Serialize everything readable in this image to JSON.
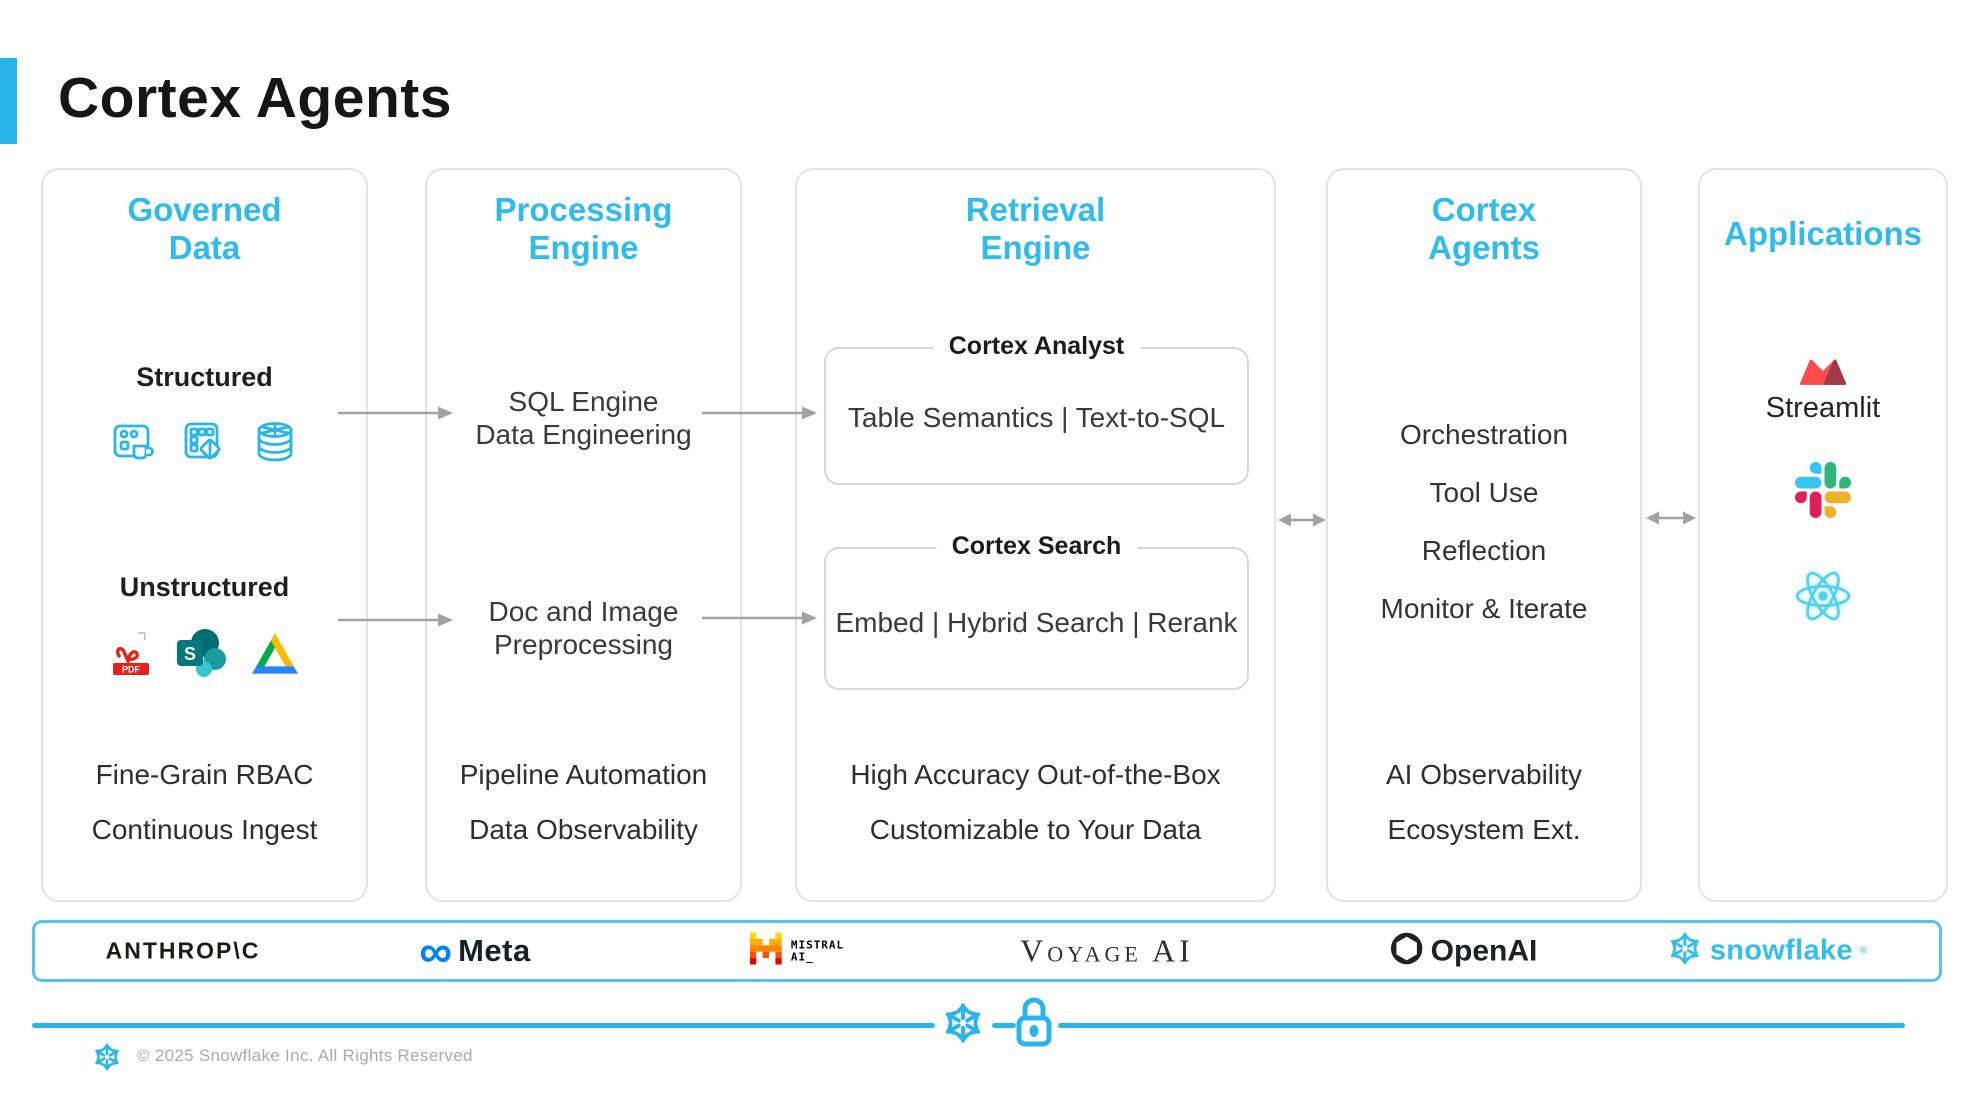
{
  "slide": {
    "title": "Cortex Agents",
    "copyright": "© 2025 Snowflake Inc. All Rights Reserved"
  },
  "colors": {
    "accent_cyan": "#29B5E8",
    "header_cyan": "#2FBCEA",
    "panel_border": "#E3E3E3",
    "arrow_gray": "#A2A2A2",
    "text_dark": "#1F1F1F",
    "text_body": "#3A3A3A"
  },
  "glyphs": {
    "infinity": "∞"
  },
  "governed": {
    "title_line1": "Governed",
    "title_line2": "Data",
    "structured_label": "Structured",
    "unstructured_label": "Unstructured",
    "pdf_label": "PDF",
    "sharepoint_letter": "S",
    "feature1": "Fine-Grain RBAC",
    "feature2": "Continuous Ingest"
  },
  "processing": {
    "title_line1": "Processing",
    "title_line2": "Engine",
    "sql_line1": "SQL Engine",
    "sql_line2": "Data Engineering",
    "doc_line1": "Doc and Image",
    "doc_line2": "Preprocessing",
    "feature1": "Pipeline Automation",
    "feature2": "Data Observability"
  },
  "retrieval": {
    "title_line1": "Retrieval",
    "title_line2": "Engine",
    "analyst_label": "Cortex Analyst",
    "analyst_content": "Table Semantics | Text-to-SQL",
    "search_label": "Cortex Search",
    "search_content": "Embed | Hybrid Search | Rerank",
    "feature1": "High Accuracy Out-of-the-Box",
    "feature2": "Customizable to Your Data"
  },
  "agents": {
    "title_line1": "Cortex",
    "title_line2": "Agents",
    "item1": "Orchestration",
    "item2": "Tool Use",
    "item3": "Reflection",
    "item4": "Monitor & Iterate",
    "feature1": "AI Observability",
    "feature2": "Ecosystem Ext."
  },
  "applications": {
    "title": "Applications",
    "streamlit_label": "Streamlit"
  },
  "partners": {
    "anthropic": "ANTHROP\\C",
    "meta": "Meta",
    "mistral_line1": "MISTRAL",
    "mistral_line2": "AI_",
    "voyage": "Voyage AI",
    "openai": "OpenAI",
    "snowflake": "snowflake",
    "snowflake_reg": "®"
  }
}
